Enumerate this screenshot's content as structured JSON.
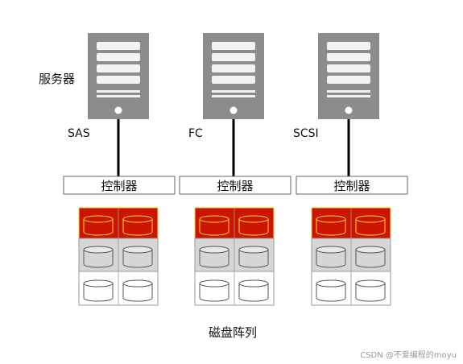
{
  "server_label": "服务器",
  "interfaces": [
    "SAS",
    "FC",
    "SCSI"
  ],
  "controller_label": "控制器",
  "array_label": "磁盘阵列",
  "watermark": "CSDN @不爱编程的moyu",
  "colors": {
    "server": "#8c8c8c",
    "server_slot": "#f2f2f2",
    "link": "#000000",
    "controller_border": "#666666",
    "tier_red": "#cc1500",
    "tier_red_outline": "#ffd23a",
    "tier_gray": "#d6d6d6",
    "tier_white": "#ffffff",
    "disk_outline": "#555555"
  }
}
